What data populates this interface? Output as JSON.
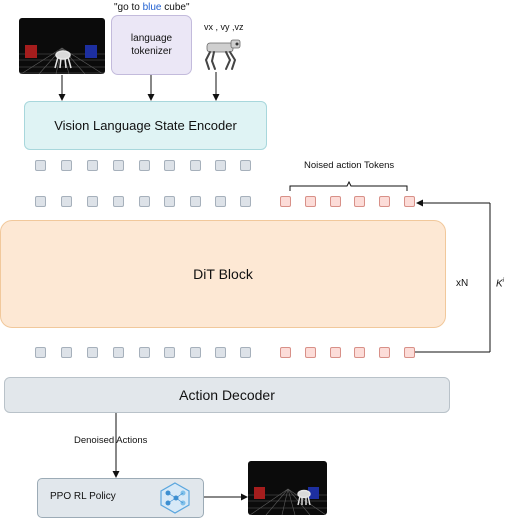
{
  "diagram": {
    "prompt": {
      "quote_open": "\"go to ",
      "highlight": "blue",
      "rest": " cube\""
    },
    "tokenizer": {
      "line1": "language",
      "line2": "tokenizer"
    },
    "velocity_label": "vx , vy ,vz",
    "encoder_label": "Vision Language State Encoder",
    "noised_tokens_label": "Noised action Tokens",
    "dit_label": "DiT Block",
    "repeat_label": "xN",
    "k_label": "K",
    "k_superscript": "i",
    "decoder_label": "Action Decoder",
    "denoised_label": "Denoised Actions",
    "policy_label": "PPO RL Policy",
    "colors": {
      "encoder": "#dff3f4",
      "tokenizer": "#ebe7f6",
      "dit": "#fde8d4",
      "decoder": "#e2e7eb",
      "policy": "#e1e7ec",
      "token_grey": "#dde2e8",
      "token_pink": "#fcdcd8",
      "prompt_highlight": "#1f5fd1"
    },
    "icons": [
      "sim-scene-thumbnail",
      "robot-dog-icon",
      "policy-network-icon",
      "sim-scene-thumbnail"
    ]
  }
}
